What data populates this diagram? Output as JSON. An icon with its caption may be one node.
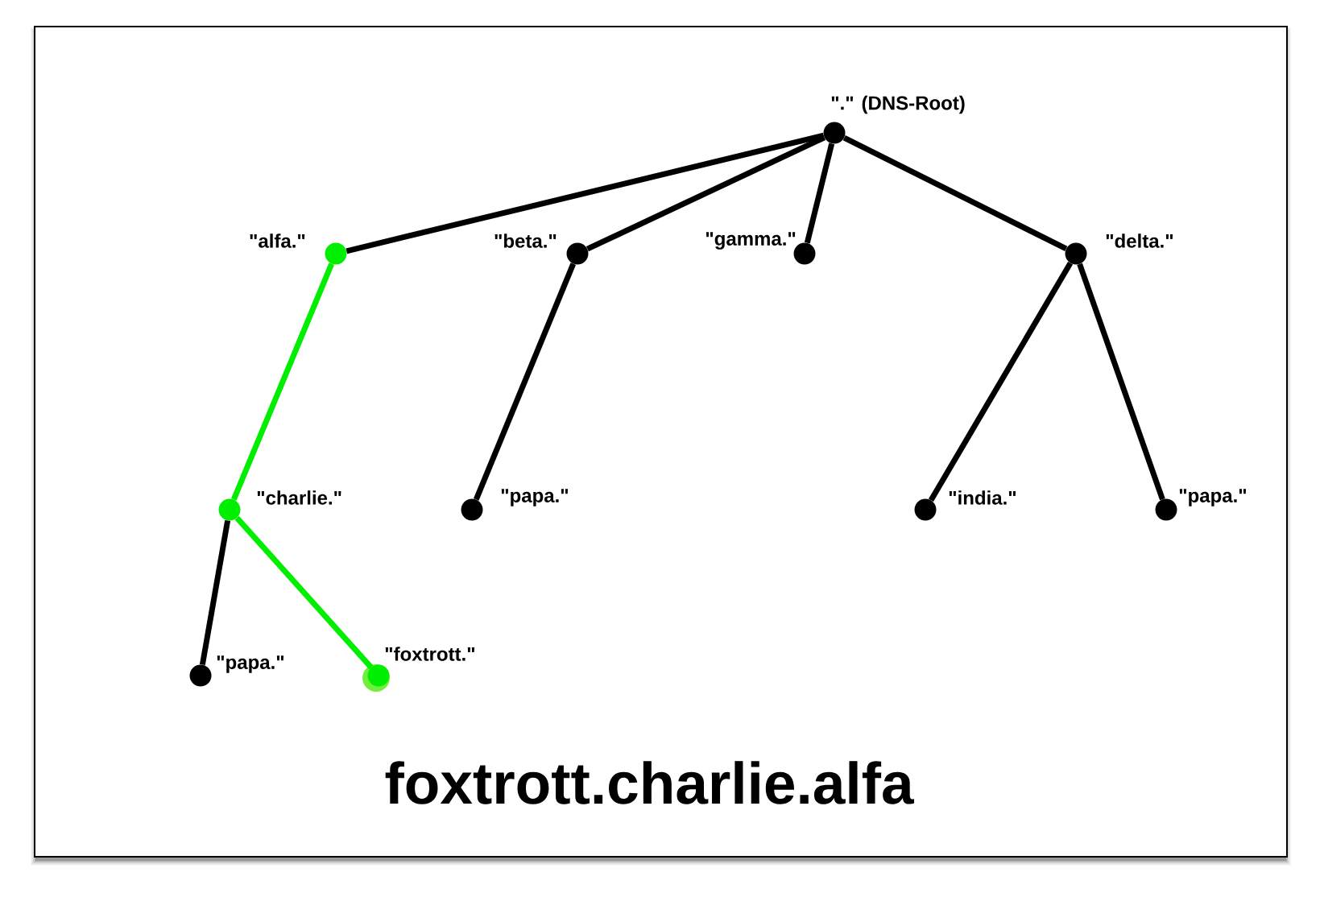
{
  "diagram": {
    "caption": "foxtrott.charlie.alfa",
    "nodes": [
      {
        "text": [
          "\".\" (DNS-Root)"
        ]
      },
      {
        "text": [
          "\"alfa.\""
        ]
      },
      {
        "text": [
          "\"beta.\""
        ]
      },
      {
        "text": [
          "\"gamma.\""
        ]
      },
      {
        "text": [
          "\"delta.\""
        ]
      },
      {
        "text": [
          "\"charlie.\""
        ]
      },
      {
        "text": [
          "\"papa.\""
        ]
      },
      {
        "text": [
          "\"india.\""
        ]
      },
      {
        "text": [
          "\"papa.\""
        ]
      },
      {
        "text": [
          "\"papa.\""
        ]
      },
      {
        "text": [
          "\"foxtrott.\""
        ]
      }
    ],
    "edges": [
      {
        "from": 0,
        "to": 1,
        "arrow": "none"
      },
      {
        "from": 0,
        "to": 2,
        "arrow": "none"
      },
      {
        "from": 0,
        "to": 3,
        "arrow": "none"
      },
      {
        "from": 0,
        "to": 4,
        "arrow": "none"
      },
      {
        "from": 1,
        "to": 5,
        "arrow": "none",
        "color": "#00ee00"
      },
      {
        "from": 2,
        "to": 6,
        "arrow": "none"
      },
      {
        "from": 4,
        "to": 7,
        "arrow": "none"
      },
      {
        "from": 4,
        "to": 8,
        "arrow": "none"
      },
      {
        "from": 5,
        "to": 9,
        "arrow": "none"
      },
      {
        "from": 5,
        "to": 10,
        "arrow": "none",
        "color": "#00ee00"
      }
    ]
  }
}
